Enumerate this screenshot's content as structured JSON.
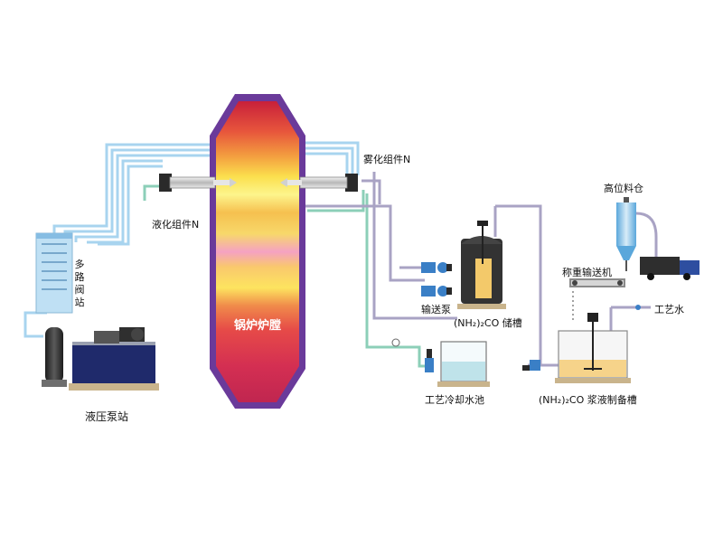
{
  "labels": {
    "boiler_furnace": "锅炉炉膛",
    "hydraulic_pump_station": "液压泵站",
    "multi_valve_station": "多路阀站",
    "liquid_assembly": "液化组件N",
    "atomizer_assembly": "雾化组件N",
    "transfer_pump": "输送泵",
    "storage_tank": "(NH₂)₂CO 储槽",
    "cooling_pool": "工艺冷却水池",
    "slurry_tank": "(NH₂)₂CO 浆液制备槽",
    "high_bin": "高位料仓",
    "weigh_conveyor": "称重输送机",
    "process_water": "工艺水"
  },
  "colors": {
    "furnace_outline": "#6a3a9a",
    "pipe_blue": "#a8d4ef",
    "pipe_green": "#8ccfb8",
    "pipe_grey": "#a9a3c4",
    "tank_dark": "#3a3a3a",
    "pump_blue": "#3a7fc6",
    "water": "#bfe3ea",
    "slurry": "#f6d38a",
    "base_tan": "#c9b48c"
  }
}
